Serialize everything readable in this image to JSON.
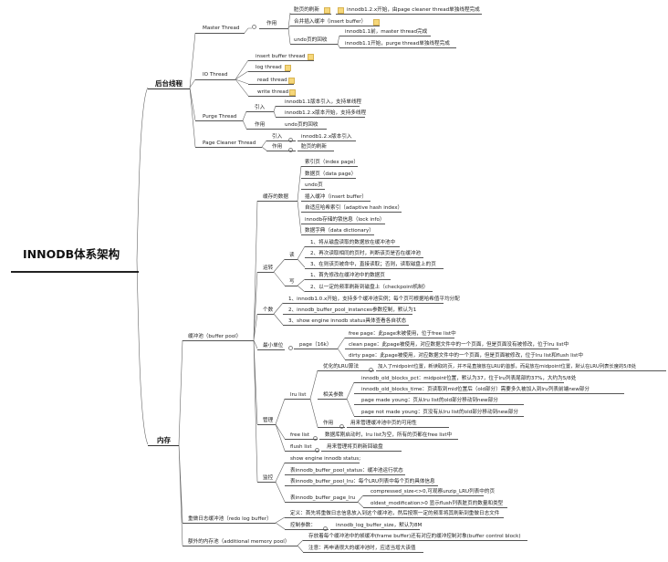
{
  "title": "INNODB体系架构",
  "branches": {
    "bg": "后台线程",
    "mem": "内存"
  },
  "bg": {
    "master": "Master Thread",
    "master_use": "作用",
    "dirty_flush": "脏页的刷新",
    "dirty_note": "innodb1.2.x开始，由page cleaner thread单独线程完成",
    "merge_buffer": "合并插入缓冲（insert buffer）",
    "undo_recycle": "undo页的回收",
    "undo_before": "innodb1.1前，master thread完成",
    "undo_after": "innodb1.1开始，purge thread单独线程完成",
    "io": "IO Thread",
    "io_items": [
      "insert buffer thread",
      "log thread",
      "read thread",
      "write thread"
    ],
    "purge": "Purge Thread",
    "purge_intro": "引入",
    "purge_intro1": "innodb1.1版本引入，支持单线程",
    "purge_intro2": "innodb1.2.x版本开始，支持多线程",
    "purge_use": "作用",
    "purge_use1": "undo页的回收",
    "cleaner": "Page Cleaner Thread",
    "cleaner_intro": "引入",
    "cleaner_intro1": "innodb1.2.x版本引入",
    "cleaner_use": "作用",
    "cleaner_use1": "脏页的刷新"
  },
  "mem": {
    "bp": "缓冲池（buffer pool）",
    "cached": "缓存的数据",
    "cached_items": [
      "索引页（index page）",
      "数据页（data page）",
      "undo页",
      "插入缓冲（insert buffer）",
      "自适应哈希索引（adaptive hash index）",
      "innodb存储的锁信息（lock info）",
      "数据字典（data dictionary）"
    ],
    "rw": "运转",
    "read": "读",
    "read_items": [
      "1、将从磁盘读取的数据放在缓冲池中",
      "2、再次读取相同的页时，判断该页是否在缓冲池",
      "3、在则该页被命中，直接读取；否则，读取磁盘上的页"
    ],
    "write": "写",
    "write_items": [
      "1、首先修改在缓冲池中的数据页",
      "2、以一定的频率刷新到磁盘上（checkpoint机制）"
    ],
    "count": "个数",
    "count_items": [
      "1、innodb1.0.x开始，支持多个缓冲池实例；每个页可根据哈希值平均分配",
      "2、innodb_buffer_pool_instances参数控制，默认为1",
      "3、show engine innodb status具体查看各自状态"
    ],
    "unit": "最小单位",
    "page": "page（16k）",
    "page_items": [
      "free page：此page未被使用，位于free list中",
      "clean page：此page被使用，对应数据文件中的一个页面，但是页面没有被修改，位于lru list中",
      "dirty page：此page被使用，对应数据文件中的一个页面，但是页面被修改，位于lru list和flush list中"
    ],
    "manage": "管理",
    "lru": "lru list",
    "lru_algo": "优化的LRU算法",
    "lru_algo_note": "加入了midpoint位置，新读取的页，并不是直接放在LRU的首部，而是放在midpoint位置，默认在LRU列表长度的5/8处",
    "params": "相关参数",
    "param_items": [
      "innodb_old_blocks_pct：midpoint位置，默认为37，位于lru列表尾部的37%，大约为5/8处",
      "innodb_old_blocks_time：页读取到mid位置后（old部分）需要多久被加入到lru列表前端new部分",
      "page made young：页从lru list的old部分移动到new部分",
      "page not made young：页没有从lru list的old部分移动到new部分"
    ],
    "lru_use": "作用",
    "lru_use1": "用来管理缓冲池中页的可用性",
    "free": "free list",
    "free1": "数据库刚启动时，lru list为空，所有的页都在free list中",
    "flush": "flush list",
    "flush1": "用来管理将页刷新回磁盘",
    "monitor": "监控",
    "monitor_items": [
      "show engine innodb status;",
      "表innodb_buffer_pool_status：缓冲池运行状态",
      "表innodb_buffer_pool_lru：每个LRU列表中每个页的具体信息",
      "表innodb_buffer_page_lru"
    ],
    "lru_table_items": [
      "compressed_size<>0,可观察unzip_LRU列表中的页",
      "oldest_modification>0 显示flush列表脏页的数量和类型"
    ],
    "redo": "重做日志缓冲池（redo log buffer）",
    "redo_def": "定义：首先将重做日志信息放入到这个缓冲池，然后按照一定的频率将其刷新到重做日志文件",
    "redo_param": "控制参数：",
    "redo_param1": "innodb_log_buffer_size，默认为8M",
    "extra": "额外的内存池（additional memory pool）",
    "extra1": "存放着每个缓冲池中的帧缓冲(frame buffer)还有对应的缓冲控制对象(buffer control block)",
    "extra2": "注意：再申请很大的缓冲池时，应适当增大该值"
  }
}
